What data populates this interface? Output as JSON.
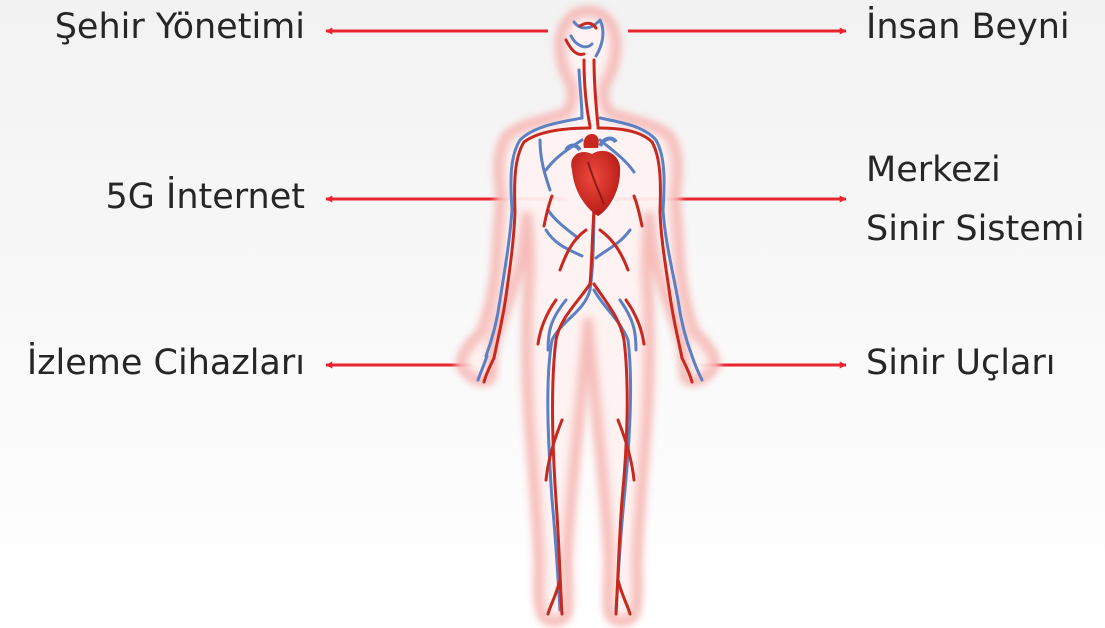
{
  "left_labels": {
    "city_management": "Şehir Yönetimi",
    "internet_5g": "5G İnternet",
    "monitoring_devices": "İzleme Cihazları"
  },
  "right_labels": {
    "human_brain": "İnsan Beyni",
    "cns_line1": "Merkezi",
    "cns_line2": "Sinir Sistemi",
    "nerve_endings": "Sinir Uçları"
  },
  "colors": {
    "arrow": "#e8242f",
    "artery": "#c8281e",
    "vein": "#5b80c4",
    "heart": "#d62a22",
    "body_outline": "#f3a3a3",
    "text": "#262626"
  }
}
